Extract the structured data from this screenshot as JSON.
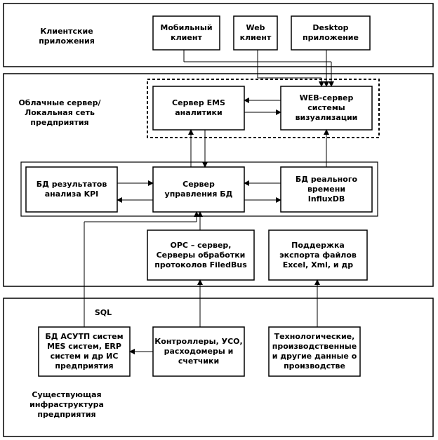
{
  "sections": {
    "client_apps": "Клиентские\nприложения",
    "cloud": "Облачные сервер/\nЛокальная сеть\nпредприятия",
    "existing_infra": "Существующая\nинфраструктура\nпредприятия"
  },
  "boxes": {
    "mobile": "Мобильный\nклиент",
    "web": "Web\nклиент",
    "desktop": "Desktop\nприложение",
    "ems": "Сервер EMS\nаналитики",
    "web_server": "WEB-сервер\nсистемы\nвизуализации",
    "kpi_db": "БД результатов\nанализа KPI",
    "db_server": "Сервер\nуправления БД",
    "realtime_db": "БД реального\nвремени\nInfluxDB",
    "opc": "OPC – сервер,\nСерверы обработки\nпротоколов FiledBus",
    "export": "Поддержка\nэкспорта файлов\nExcel, Xml,  и др",
    "asutp": "БД АСУТП систем\nMES систем, ERP\nсистем и др ИС\nпредприятия",
    "controllers": "Контроллеры, УСО,\nрасходомеры и\nсчетчики",
    "tech_data": "Технологические,\nпроизводственные\nи другие данные о\nпроизводстве"
  },
  "labels": {
    "sql": "SQL"
  }
}
